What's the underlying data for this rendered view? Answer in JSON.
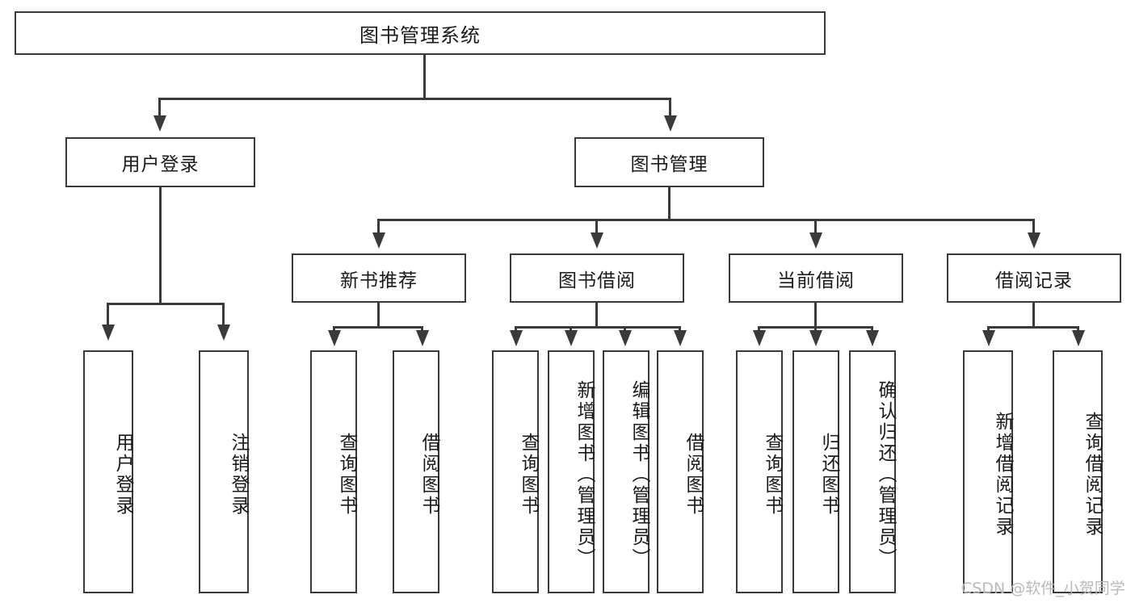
{
  "diagram": {
    "type": "tree-hierarchy",
    "title": "图书管理系统",
    "levels": {
      "root": {
        "label": "图书管理系统"
      },
      "level2": [
        {
          "id": "user-login",
          "label": "用户登录"
        },
        {
          "id": "book-management",
          "label": "图书管理"
        }
      ],
      "level3": [
        {
          "id": "new-book-recommend",
          "label": "新书推荐",
          "parent": "book-management"
        },
        {
          "id": "book-borrow",
          "label": "图书借阅",
          "parent": "book-management"
        },
        {
          "id": "current-borrow",
          "label": "当前借阅",
          "parent": "book-management"
        },
        {
          "id": "borrow-record",
          "label": "借阅记录",
          "parent": "book-management"
        }
      ],
      "leaves": [
        {
          "id": "leaf-user-login",
          "label": "用户登录",
          "parent": "user-login"
        },
        {
          "id": "leaf-logout",
          "label": "注销登录",
          "parent": "user-login"
        },
        {
          "id": "leaf-query-book-1",
          "label": "查询图书",
          "parent": "new-book-recommend"
        },
        {
          "id": "leaf-borrow-book-1",
          "label": "借阅图书",
          "parent": "new-book-recommend"
        },
        {
          "id": "leaf-query-book-2",
          "label": "查询图书",
          "parent": "book-borrow"
        },
        {
          "id": "leaf-add-book",
          "label": "新增图书（管理员）",
          "parent": "book-borrow"
        },
        {
          "id": "leaf-edit-book",
          "label": "编辑图书（管理员）",
          "parent": "book-borrow"
        },
        {
          "id": "leaf-borrow-book-2",
          "label": "借阅图书",
          "parent": "book-borrow"
        },
        {
          "id": "leaf-query-book-3",
          "label": "查询图书",
          "parent": "current-borrow"
        },
        {
          "id": "leaf-return-book",
          "label": "归还图书",
          "parent": "current-borrow"
        },
        {
          "id": "leaf-confirm-return",
          "label": "确认归还（管理员）",
          "parent": "current-borrow"
        },
        {
          "id": "leaf-add-record",
          "label": "新增借阅记录",
          "parent": "borrow-record"
        },
        {
          "id": "leaf-query-record",
          "label": "查询借阅记录",
          "parent": "borrow-record"
        }
      ]
    },
    "colors": {
      "stroke": "#3a3a3a",
      "fill": "#ffffff",
      "text": "#1a1a1a",
      "watermark": "#b9b9b9"
    }
  },
  "watermark": {
    "text": "CSDN @软件_小贺同学"
  }
}
